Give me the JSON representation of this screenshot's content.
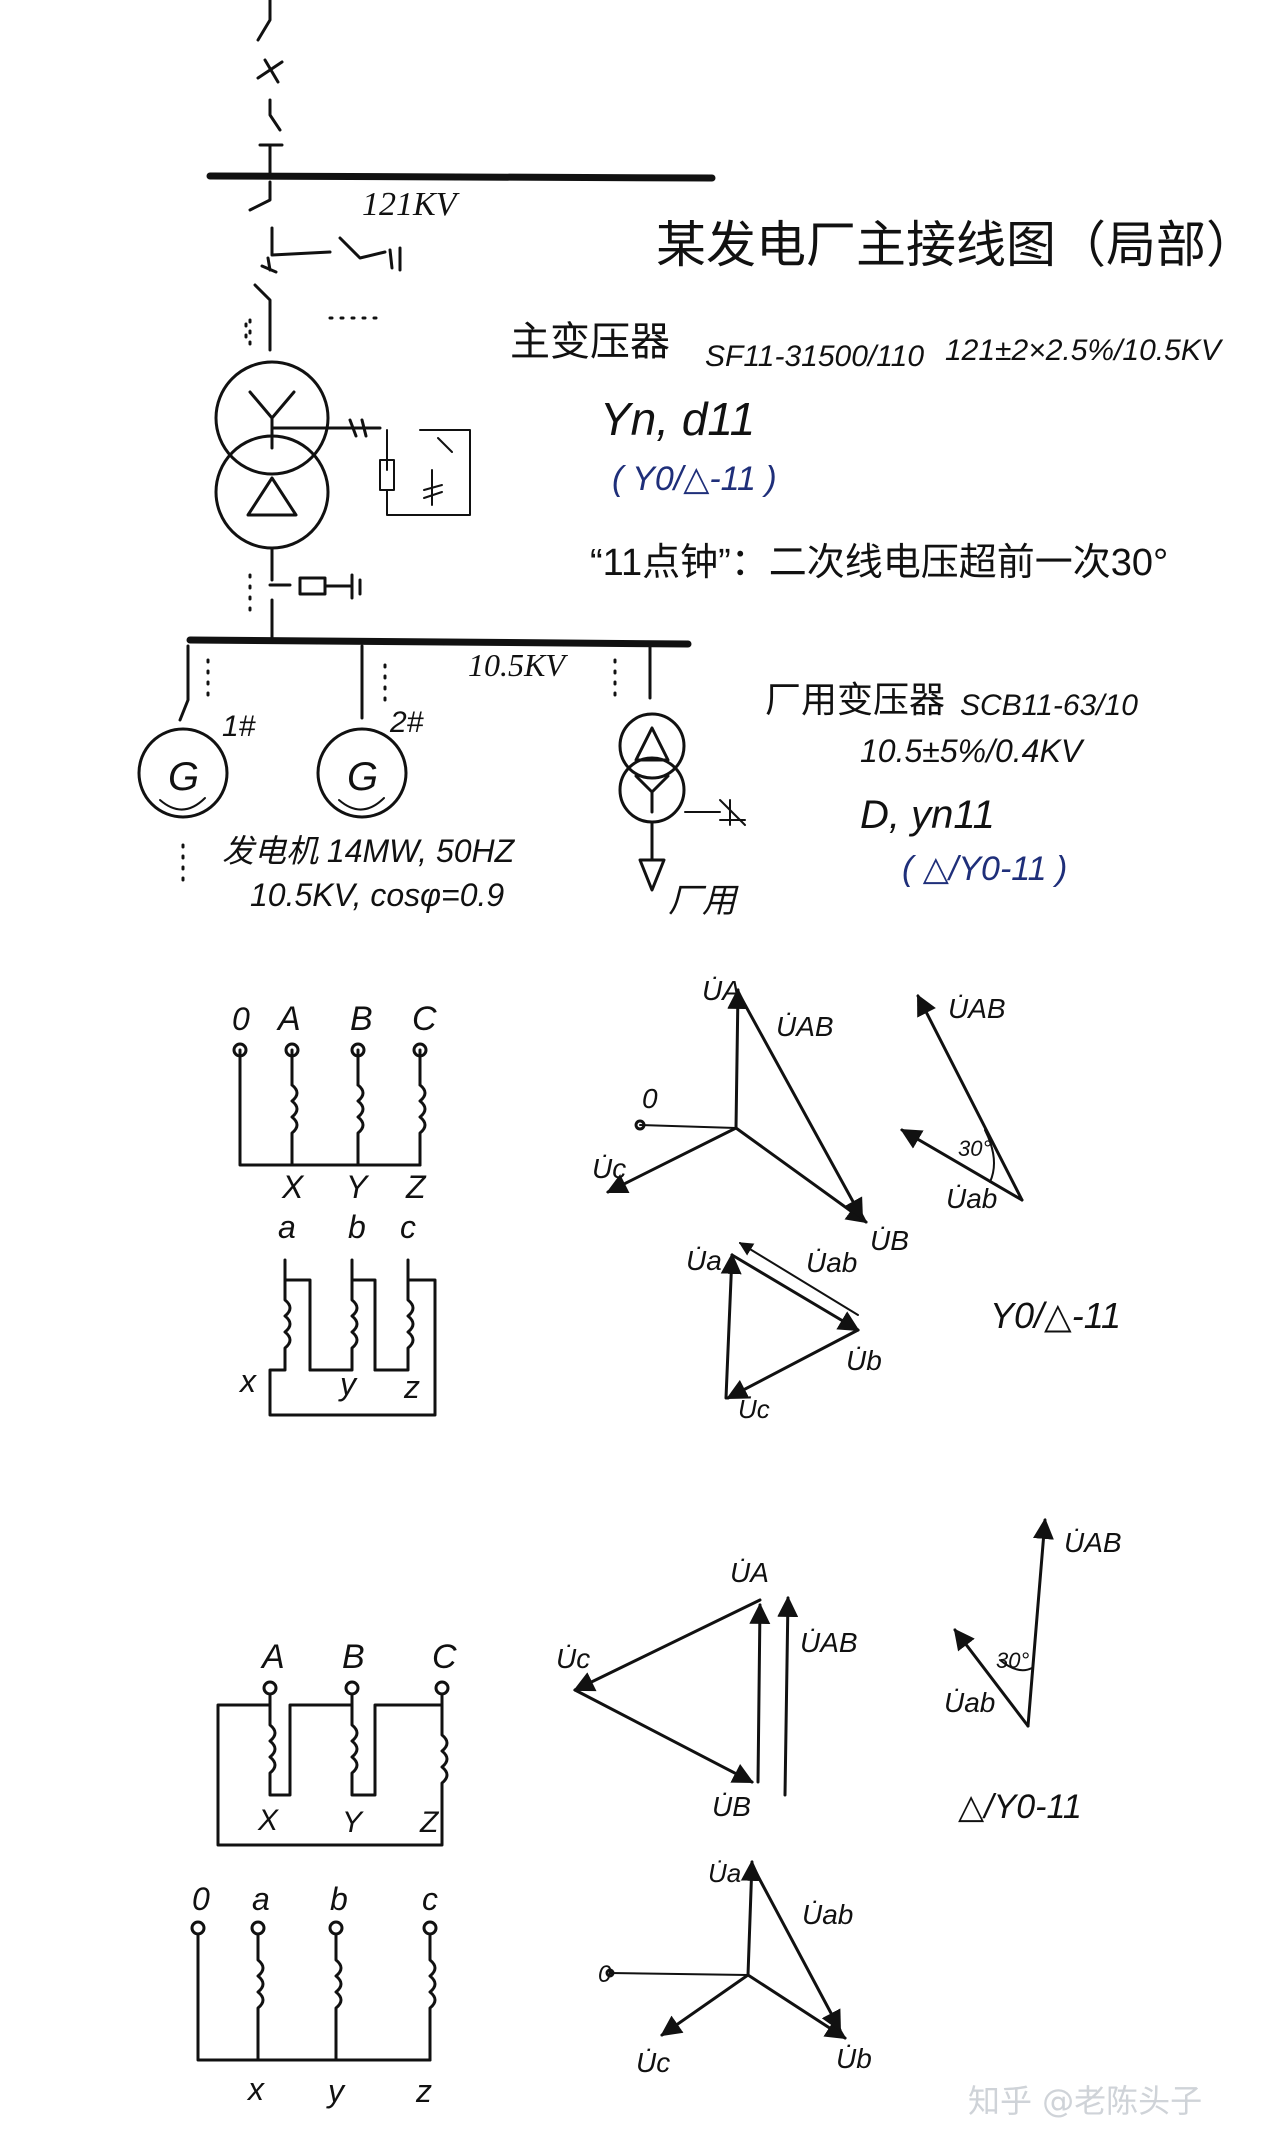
{
  "title": "某发电厂主接线图（局部）",
  "bus_hv_label": "121KV",
  "main_transformer": {
    "label": "主变压器",
    "model": "SF11-31500/110",
    "ratio": "121±2×2.5%/10.5KV",
    "vector_group": "Yn, d11",
    "vector_alt": "( Y0/△-11 )",
    "clock_note": "“11点钟”：二次线电压超前一次30°"
  },
  "bus_lv_label": "10.5KV",
  "generators": {
    "g1_label": "1#",
    "g2_label": "2#",
    "symbol": "G",
    "spec_line1": "发电机 14MW, 50HZ",
    "spec_line2": "10.5KV, cosφ=0.9"
  },
  "aux_transformer": {
    "label": "厂用变压器",
    "model": "SCB11-63/10",
    "ratio": "10.5±5%/0.4KV",
    "vector_group": "D, yn11",
    "vector_alt": "( △/Y0-11 )",
    "load": "厂用"
  },
  "diagram1": {
    "primary_terminals": [
      "0",
      "A",
      "B",
      "C"
    ],
    "primary_ends": [
      "X",
      "Y",
      "Z"
    ],
    "secondary_terminals": [
      "a",
      "b",
      "c"
    ],
    "secondary_ends": [
      "x",
      "y",
      "z"
    ],
    "phasors": {
      "UA": "U̇A",
      "UB": "U̇B",
      "UC": "U̇c",
      "UAB": "U̇AB",
      "zero": "0",
      "Ua": "U̇a",
      "Ub": "U̇b",
      "Uc": "U̇c",
      "Uab": "U̇ab"
    },
    "angle_label": "30°",
    "angle_UAB": "U̇AB",
    "angle_Uab": "U̇ab",
    "group_label": "Y0/△-11"
  },
  "diagram2": {
    "primary_terminals": [
      "A",
      "B",
      "C"
    ],
    "primary_ends": [
      "X",
      "Y",
      "Z"
    ],
    "secondary_terminals": [
      "0",
      "a",
      "b",
      "c"
    ],
    "secondary_ends": [
      "x",
      "y",
      "z"
    ],
    "phasors": {
      "UA": "U̇A",
      "UB": "U̇B",
      "UC": "U̇c",
      "UAB": "U̇AB",
      "zero": "0",
      "Ua": "U̇a",
      "Ub": "U̇b",
      "Uc": "U̇c",
      "Uab": "U̇ab"
    },
    "angle_label": "30°",
    "angle_UAB": "U̇AB",
    "angle_Uab": "U̇ab",
    "group_label": "△/Y0-11"
  },
  "watermark": "知乎 @老陈头子"
}
